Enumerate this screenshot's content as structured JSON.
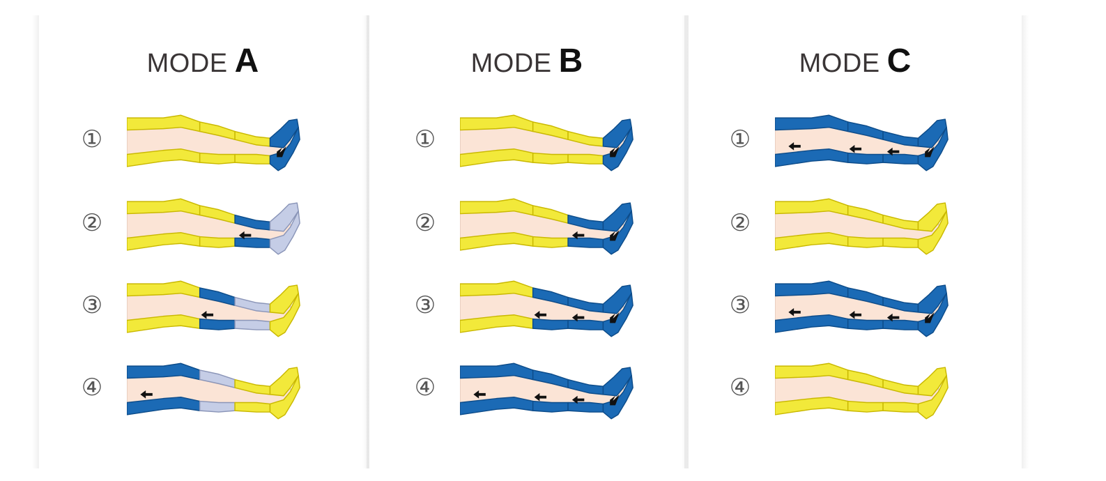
{
  "colors": {
    "inactive": "#f2e93a",
    "inactive_stroke": "#c9b800",
    "active": "#1b6ab5",
    "active_stroke": "#0d4c8a",
    "released": "#c5cde6",
    "released_stroke": "#8a95b8",
    "skin": "#fbe4d6",
    "skin_stroke": "#d9b9a8",
    "arrow": "#111111"
  },
  "modes": [
    {
      "word": "MODE",
      "letter": "A",
      "steps": [
        {
          "num": "①",
          "state": [
            "off",
            "off",
            "off",
            "on"
          ],
          "arrows": [
            3
          ]
        },
        {
          "num": "②",
          "state": [
            "off",
            "off",
            "on",
            "rel"
          ],
          "arrows": [
            2
          ]
        },
        {
          "num": "③",
          "state": [
            "off",
            "on",
            "rel",
            "off"
          ],
          "arrows": [
            1
          ]
        },
        {
          "num": "④",
          "state": [
            "on",
            "rel",
            "off",
            "off"
          ],
          "arrows": [
            0
          ]
        }
      ]
    },
    {
      "word": "MODE",
      "letter": "B",
      "steps": [
        {
          "num": "①",
          "state": [
            "off",
            "off",
            "off",
            "on"
          ],
          "arrows": [
            3
          ]
        },
        {
          "num": "②",
          "state": [
            "off",
            "off",
            "on",
            "on"
          ],
          "arrows": [
            2,
            3
          ]
        },
        {
          "num": "③",
          "state": [
            "off",
            "on",
            "on",
            "on"
          ],
          "arrows": [
            1,
            2,
            3
          ]
        },
        {
          "num": "④",
          "state": [
            "on",
            "on",
            "on",
            "on"
          ],
          "arrows": [
            0,
            1,
            2,
            3
          ]
        }
      ]
    },
    {
      "word": "MODE",
      "letter": "C",
      "steps": [
        {
          "num": "①",
          "state": [
            "on",
            "on",
            "on",
            "on"
          ],
          "arrows": [
            0,
            1,
            2,
            3
          ]
        },
        {
          "num": "②",
          "state": [
            "off",
            "off",
            "off",
            "off"
          ],
          "arrows": []
        },
        {
          "num": "③",
          "state": [
            "on",
            "on",
            "on",
            "on"
          ],
          "arrows": [
            0,
            1,
            2,
            3
          ]
        },
        {
          "num": "④",
          "state": [
            "off",
            "off",
            "off",
            "off"
          ],
          "arrows": []
        }
      ]
    }
  ]
}
